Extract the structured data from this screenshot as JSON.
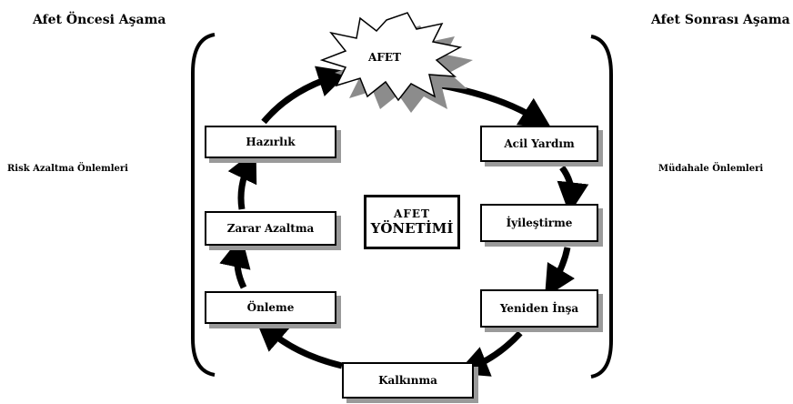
{
  "headers": {
    "pre_phase": "Afet Öncesi Aşama",
    "post_phase": "Afet Sonrası Aşama"
  },
  "side_labels": {
    "left": "Risk Azaltma Önlemleri",
    "right": "Müdahale Önlemleri"
  },
  "disaster": "AFET",
  "center": {
    "line1": "AFET",
    "line2": "YÖNETİMİ"
  },
  "stages": {
    "hazirlik": "Hazırlık",
    "zarar_azaltma": "Zarar Azaltma",
    "onleme": "Önleme",
    "kalkinma": "Kalkınma",
    "acil_yardim": "Acil Yardım",
    "iyilestirme": "İyileştirme",
    "yeniden_insa": "Yeniden İnşa"
  },
  "colors": {
    "stroke": "#000000",
    "shadow": "#9a9a9a"
  }
}
